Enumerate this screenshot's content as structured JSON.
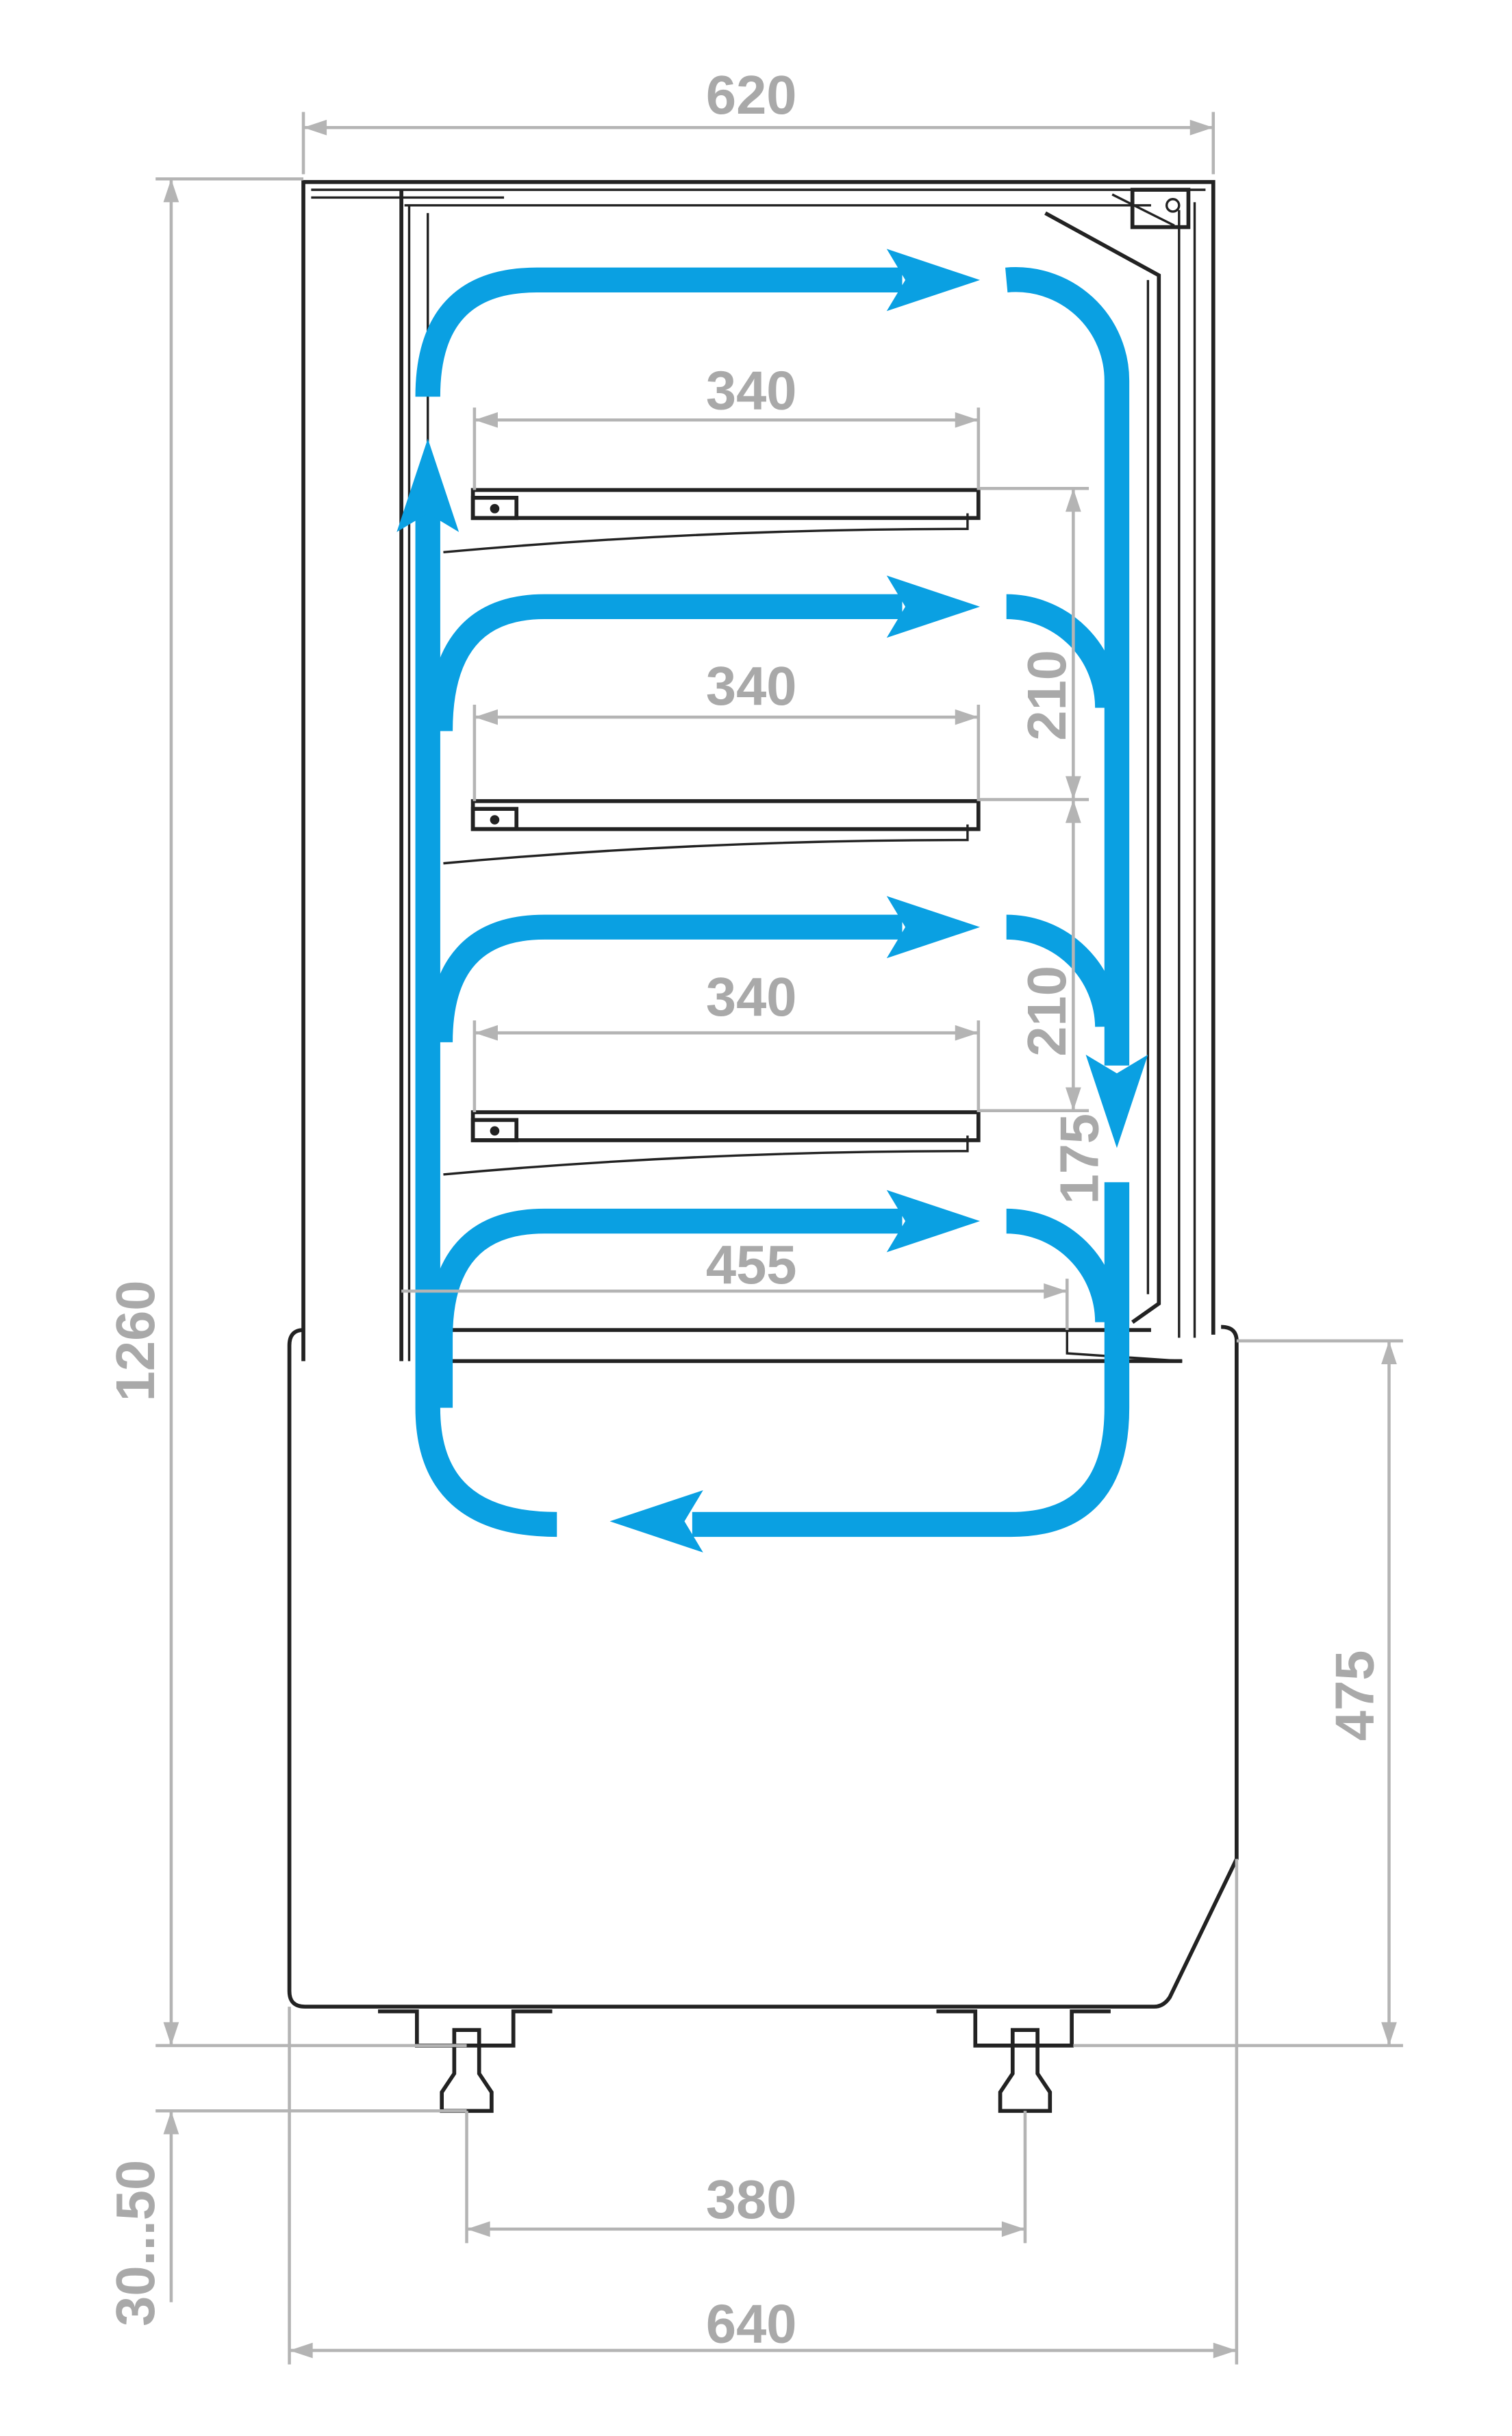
{
  "dimensions": {
    "top_width": "620",
    "shelf_depth_1": "340",
    "shelf_depth_2": "340",
    "shelf_depth_3": "340",
    "bottom_depth": "455",
    "shelf_spacing_1": "210",
    "shelf_spacing_2": "210",
    "shelf_spacing_3": "175",
    "total_height": "1260",
    "base_height": "475",
    "foot_adjust": "30...50",
    "feet_spacing": "380",
    "base_width": "640"
  },
  "colors": {
    "airflow": "#0aa0e2",
    "dimension": "#b4b4b4",
    "outline": "#222222"
  }
}
